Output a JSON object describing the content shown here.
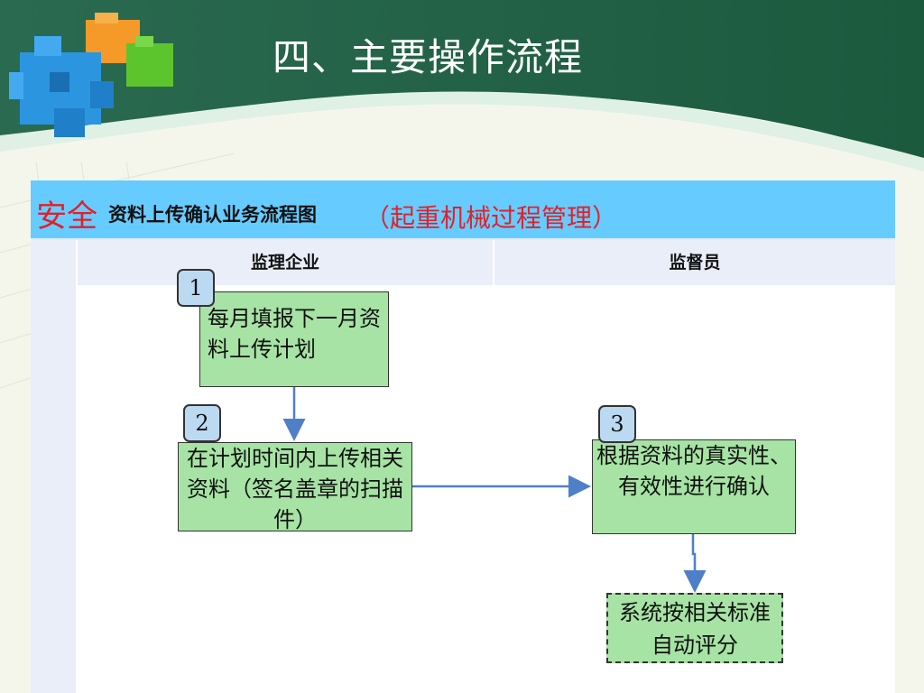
{
  "slide": {
    "title": "四、主要操作流程"
  },
  "panel": {
    "title_red": "安全",
    "title_black": "资料上传确认业务流程图",
    "title_sub": "（起重机械过程管理）"
  },
  "lanes": [
    "监理企业",
    "监督员"
  ],
  "steps": [
    {
      "badge": "1",
      "text": "每月填报下一月资料上传计划"
    },
    {
      "badge": "2",
      "text": "在计划时间内上传相关资料（签名盖章的扫描件）"
    },
    {
      "badge": "3",
      "text": "根据资料的真实性、有效性进行确认"
    }
  ],
  "final_step": {
    "text": "系统按相关标准自动评分"
  },
  "colors": {
    "header_bg": "#66ccff",
    "box_fill": "#a6e3a4",
    "badge_fill": "#bcd9f2",
    "arrow": "#4f7fc8",
    "title_red": "#e0212a"
  }
}
